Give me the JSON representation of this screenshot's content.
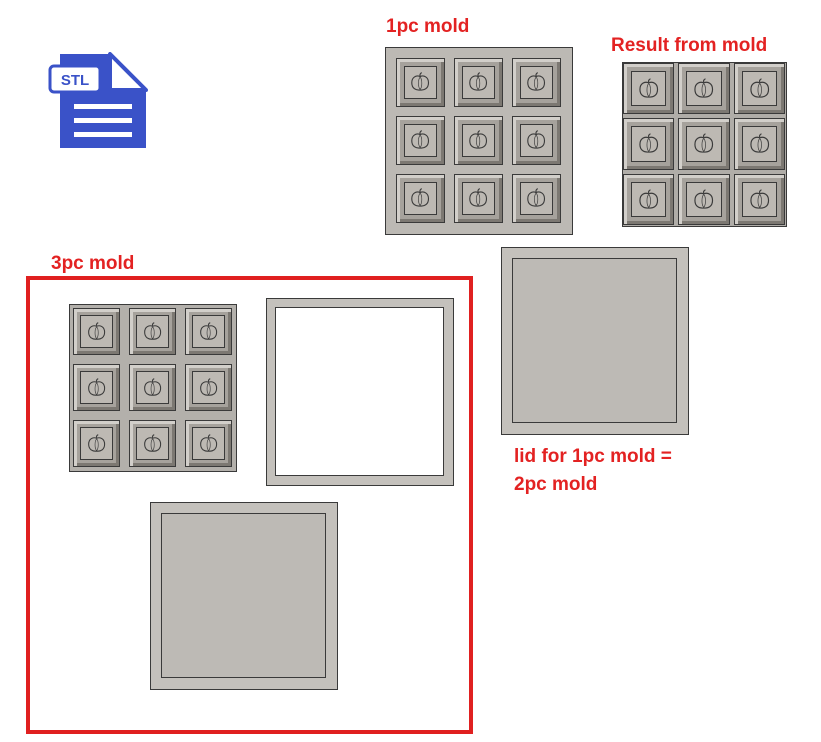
{
  "colors": {
    "label_red": "#e32222",
    "icon_blue": "#3a52c8",
    "mold_gray": "#bcb9b4",
    "box_red": "#e02020"
  },
  "icon": {
    "name": "stl-file-icon",
    "text": "STL"
  },
  "labels": {
    "one_pc_mold": "1pc mold",
    "result_from_mold": "Result from mold",
    "three_pc_mold": "3pc mold",
    "lid_line1": "lid for 1pc mold =",
    "lid_line2": "2pc mold"
  },
  "mold_cell_icon": "pumpkin-icon",
  "grid": {
    "rows": 3,
    "cols": 3
  }
}
